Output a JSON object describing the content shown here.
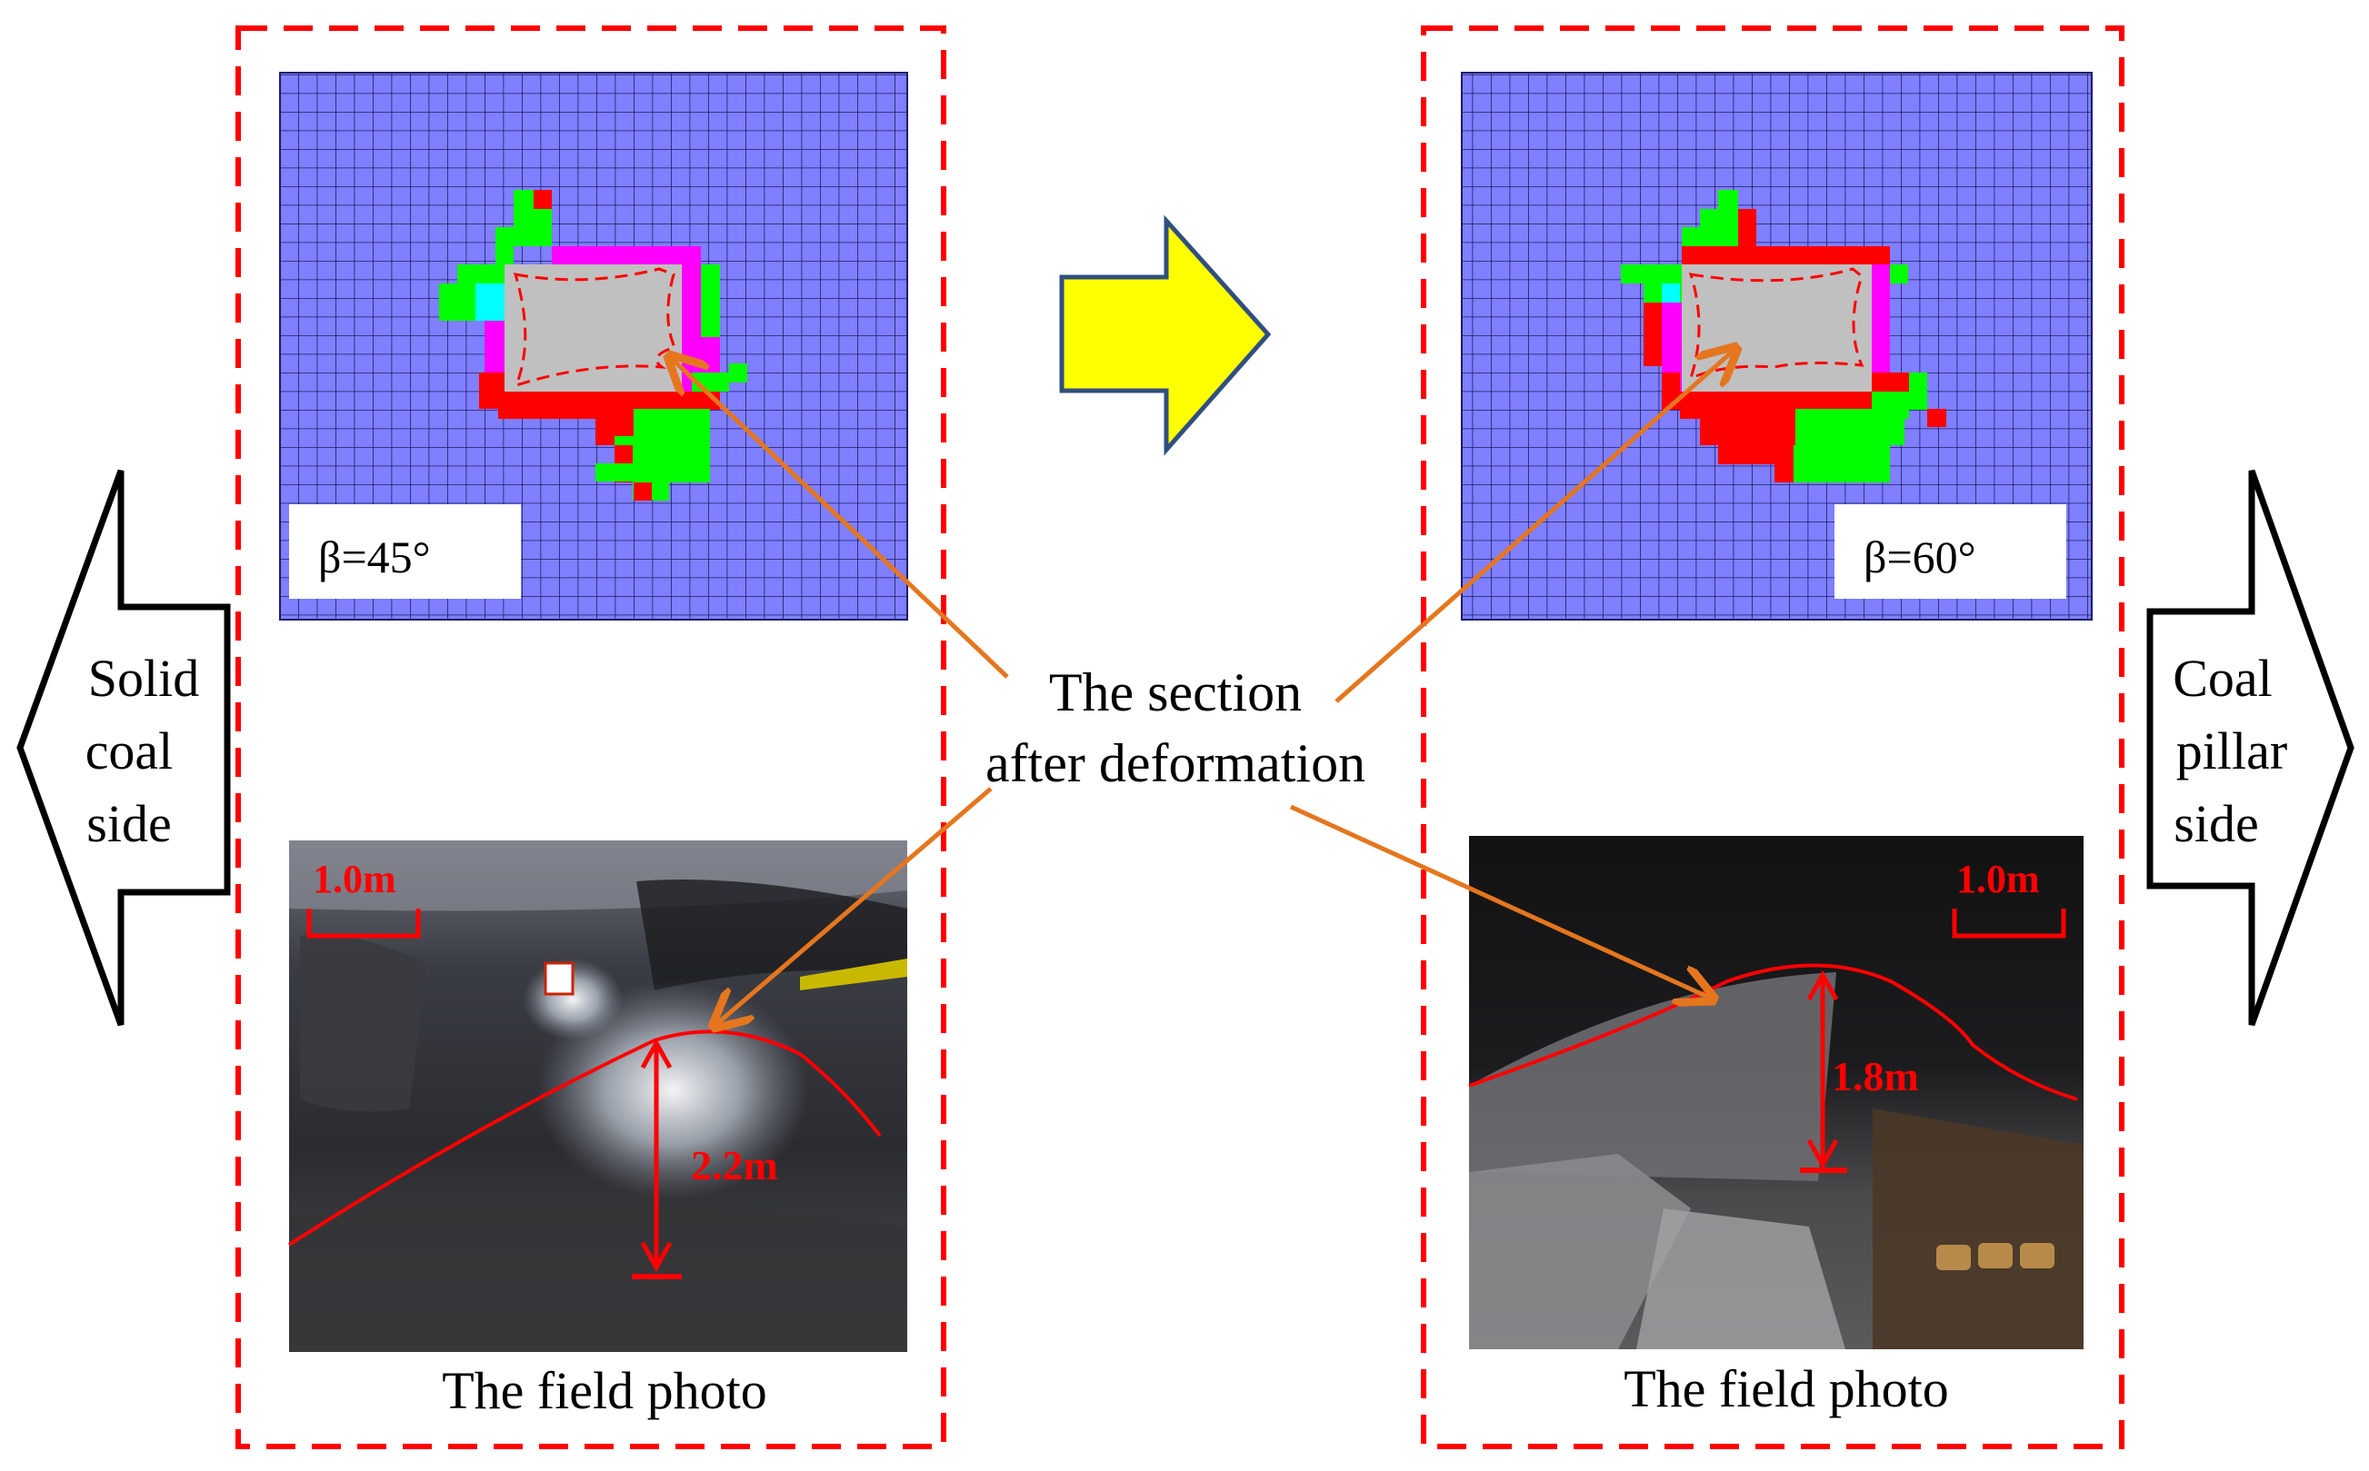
{
  "left_panel": {
    "beta_label": "β=45°",
    "scale_label": "1.0m",
    "height_label": "2.2m",
    "photo_caption": "The field photo"
  },
  "right_panel": {
    "beta_label": "β=60°",
    "scale_label": "1.0m",
    "height_label": "1.8m",
    "photo_caption": "The field photo"
  },
  "center_label": [
    "The section",
    "after deformation"
  ],
  "left_side_label": [
    "Solid",
    "coal",
    "side"
  ],
  "right_side_label": [
    "Coal",
    "pillar",
    "side"
  ],
  "colors": {
    "mesh_blue": "#7f7fff",
    "grid_line": "#1c1c66",
    "cavity_gray": "#c0c0c0",
    "zone_green": "#00ff00",
    "zone_red": "#ff0000",
    "zone_magenta": "#ff00ff",
    "zone_cyan": "#00ffff",
    "dashed_frame": "#ff0000",
    "pointer_orange": "#e5761e",
    "big_arrow_yellow": "#ffff00",
    "big_arrow_border": "#2f4f7f",
    "measure_red": "#ff0000"
  }
}
